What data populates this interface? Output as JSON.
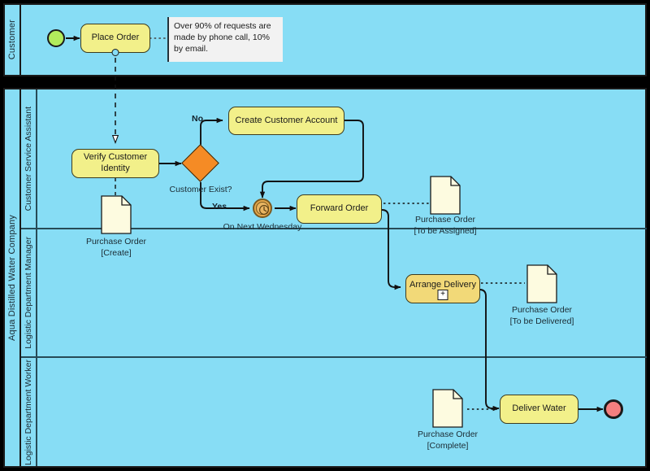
{
  "diagram": {
    "type": "bpmn-collaboration",
    "title": "Aqua Distilled Water Company order process",
    "colors": {
      "pool_fill": "#87ddf5",
      "task_fill": "#f2f08a",
      "subprocess_fill": "#f2d978",
      "gateway_fill": "#f58b25",
      "start_event_fill": "#b2ec5c",
      "end_event_fill": "#f47f7f",
      "timer_event_fill": "#e6a84a",
      "data_object_fill": "#fdfbe0",
      "annotation_fill": "#f2f2f2",
      "canvas_background": "#000000",
      "lane_border": "#274b57"
    }
  },
  "pools": [
    {
      "id": "customer",
      "label": "Customer",
      "lanes": []
    },
    {
      "id": "company",
      "label": "Aqua Distilled Water Company",
      "lanes": [
        {
          "id": "csa",
          "label": "Customer Service Assistant"
        },
        {
          "id": "ldm",
          "label": "Logistic Department Manager"
        },
        {
          "id": "ldw",
          "label": "Logistic Department Worker"
        }
      ]
    }
  ],
  "tasks": [
    {
      "id": "place-order",
      "label": "Place Order",
      "lane": "customer",
      "marker": "none"
    },
    {
      "id": "verify",
      "label": "Verify Customer Identity",
      "lane": "csa",
      "marker": "none"
    },
    {
      "id": "create-acct",
      "label": "Create Customer Account",
      "lane": "csa",
      "marker": "none"
    },
    {
      "id": "forward",
      "label": "Forward Order",
      "lane": "csa",
      "marker": "none"
    },
    {
      "id": "arrange",
      "label": "Arrange Delivery",
      "lane": "ldm",
      "marker": "subprocess-plus"
    },
    {
      "id": "deliver",
      "label": "Deliver Water",
      "lane": "ldw",
      "marker": "none"
    }
  ],
  "events": [
    {
      "id": "start",
      "kind": "start-event",
      "lane": "customer",
      "label": ""
    },
    {
      "id": "timer",
      "kind": "timer-intermediate-event",
      "lane": "csa",
      "label": "On Next Wednesday"
    },
    {
      "id": "end",
      "kind": "end-event",
      "lane": "ldw",
      "label": ""
    }
  ],
  "gateways": [
    {
      "id": "gw-cust-exist",
      "kind": "exclusive-gateway",
      "label": "Customer Exist?",
      "lane": "csa"
    }
  ],
  "flow_labels": [
    {
      "id": "flow-no",
      "text": "No"
    },
    {
      "id": "flow-yes",
      "text": "Yes"
    }
  ],
  "data_objects": [
    {
      "id": "po-create",
      "name": "Purchase Order",
      "state": "[Create]",
      "lane": "csa"
    },
    {
      "id": "po-assigned",
      "name": "Purchase Order",
      "state": "[To be Assigned]",
      "lane": "csa"
    },
    {
      "id": "po-delivered",
      "name": "Purchase Order",
      "state": "[To be Delivered]",
      "lane": "ldm"
    },
    {
      "id": "po-complete",
      "name": "Purchase Order",
      "state": "[Complete]",
      "lane": "ldw"
    }
  ],
  "annotations": [
    {
      "id": "note-requests",
      "text": "Over 90% of requests are made by phone call, 10% by email."
    }
  ]
}
